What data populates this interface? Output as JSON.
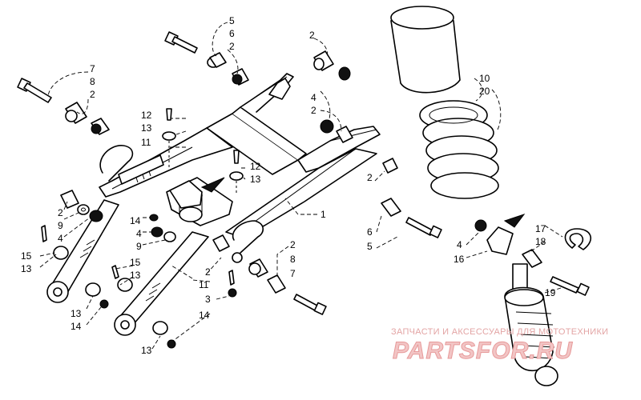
{
  "labels": {
    "l5a": "5",
    "l6a": "6",
    "l2a": "2",
    "l7a": "7",
    "l8a": "8",
    "l2b": "2",
    "l2c": "2",
    "l12a": "12",
    "l13a": "13",
    "l11a": "11",
    "l4a": "4",
    "l2d": "2",
    "l10": "10",
    "l20": "20",
    "l12b": "12",
    "l13b": "13",
    "l1": "1",
    "l2e": "2",
    "l2f": "2",
    "l9a": "9",
    "l4b": "4",
    "l14a": "14",
    "l4c": "4",
    "l9b": "9",
    "l15a": "15",
    "l13c": "13",
    "l15b": "15",
    "l13d": "13",
    "l11b": "11",
    "l2g": "2",
    "l3": "3",
    "l2h": "2",
    "l8b": "8",
    "l7b": "7",
    "l6b": "6",
    "l5b": "5",
    "l4d": "4",
    "l16": "16",
    "l17": "17",
    "l18": "18",
    "l19": "19",
    "l13e": "13",
    "l14b": "14",
    "l14c": "14",
    "l13f": "13"
  },
  "watermark": {
    "caption": "ЗАПЧАСТИ И АКСЕССУАРЫ ДЛЯ МОТОТЕХНИКИ",
    "logo": "PARTSFOR.RU"
  }
}
